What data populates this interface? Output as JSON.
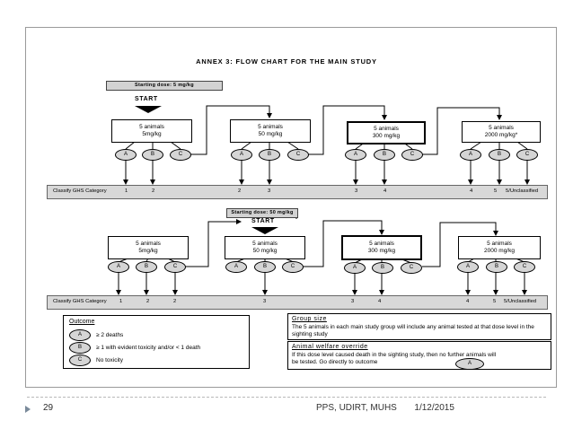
{
  "title": "ANNEX 3: FLOW CHART FOR THE MAIN STUDY",
  "flow_top": {
    "starting_dose": "Starting dose: 5 mg/kg",
    "start_label": "START",
    "boxes": [
      {
        "line1": "5 animals",
        "line2": "5mg/kg"
      },
      {
        "line1": "5 animals",
        "line2": "50 mg/kg"
      },
      {
        "line1": "5 animals",
        "line2": "300 mg/kg"
      },
      {
        "line1": "5 animals",
        "line2": "2000 mg/kg*"
      }
    ],
    "classify_label": "Classify GHS Category",
    "categories": [
      "1",
      "2",
      "2",
      "3",
      "3",
      "4",
      "4",
      "5",
      "5/Unclassified"
    ]
  },
  "flow_bottom": {
    "starting_dose": "Starting dose: 50 mg/kg",
    "start_label": "START",
    "boxes": [
      {
        "line1": "5 animals",
        "line2": "5mg/kg"
      },
      {
        "line1": "5 animals",
        "line2": "50 mg/kg"
      },
      {
        "line1": "5 animals",
        "line2": "300 mg/kg"
      },
      {
        "line1": "5 animals",
        "line2": "2000 mg/kg"
      }
    ],
    "classify_label": "Classify GHS Category",
    "categories": [
      "1",
      "2",
      "2",
      "3",
      "3",
      "4",
      "4",
      "5",
      "5/Unclassified"
    ]
  },
  "outcome_letters": [
    "A",
    "B",
    "C"
  ],
  "legend": {
    "title": "Outcome",
    "items": [
      {
        "key": "A",
        "text": "≥ 2 deaths"
      },
      {
        "key": "B",
        "text": "≥ 1 with evident toxicity and/or < 1 death"
      },
      {
        "key": "C",
        "text": "No toxicity"
      }
    ]
  },
  "group_size": {
    "heading": "Group size",
    "text": "The 5 animals in each main study group will include any animal tested at that dose level in the sighting study"
  },
  "welfare": {
    "heading": "Animal welfare override",
    "text": "If this dose level caused death in the sighting study, then no further animals will be tested. Go directly to outcome",
    "outcome": "A"
  },
  "footer": {
    "page_number": "29",
    "source": "PPS, UDIRT, MUHS",
    "date": "1/12/2015"
  }
}
